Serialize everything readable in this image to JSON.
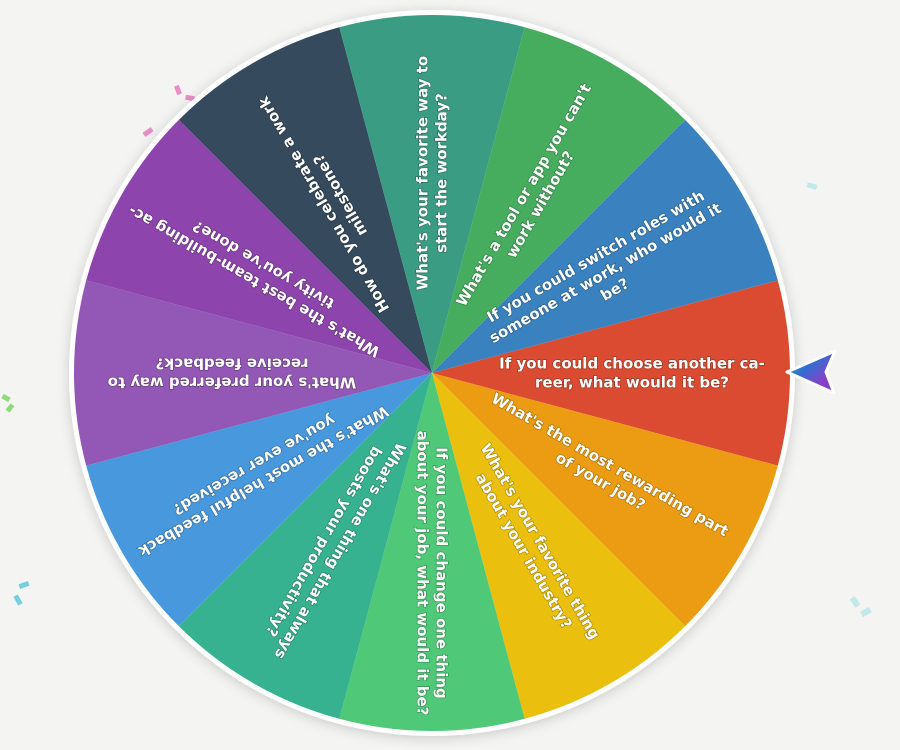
{
  "wheel": {
    "segments": [
      {
        "lines": [
          "If you could choose another ca-",
          "reer, what would it be?"
        ],
        "color": "#db4b31"
      },
      {
        "lines": [
          "What's the most rewarding part",
          "of your job?"
        ],
        "color": "#ec9c12"
      },
      {
        "lines": [
          "What's your favorite thing",
          "about your industry?"
        ],
        "color": "#eabf0d"
      },
      {
        "lines": [
          "If you could change one thing",
          "about your job, what would it be?"
        ],
        "color": "#4fc878"
      },
      {
        "lines": [
          "What's one thing that always",
          "boosts your productivity?"
        ],
        "color": "#37b290"
      },
      {
        "lines": [
          "What's the most helpful feedback",
          "you've ever received?"
        ],
        "color": "#4898de"
      },
      {
        "lines": [
          "What's your preferred way to",
          "receive feedback?"
        ],
        "color": "#9357b6"
      },
      {
        "lines": [
          "What's the best team-building ac-",
          "tivity you've done?"
        ],
        "color": "#8e44ad"
      },
      {
        "lines": [
          "How do you celebrate a work",
          "milestone?"
        ],
        "color": "#354a5d"
      },
      {
        "lines": [
          "What's your favorite way to",
          "start the workday?"
        ],
        "color": "#3b9c84"
      },
      {
        "lines": [
          "What's a tool or app you can't",
          "work without?"
        ],
        "color": "#46ad5e"
      },
      {
        "lines": [
          "If you could switch roles with",
          "someone at work, who would it",
          "be?"
        ],
        "color": "#3a82bf"
      }
    ]
  },
  "pointer": {
    "icon": "arrow-pointer-icon",
    "colors": [
      "#3fb6a8",
      "#2f6fd1",
      "#8b3fc9",
      "#6b3dc9"
    ]
  },
  "confetti": {
    "colors": [
      "#e57bbf",
      "#5fc8d8",
      "#7dd46a",
      "#b9e6e8"
    ]
  }
}
